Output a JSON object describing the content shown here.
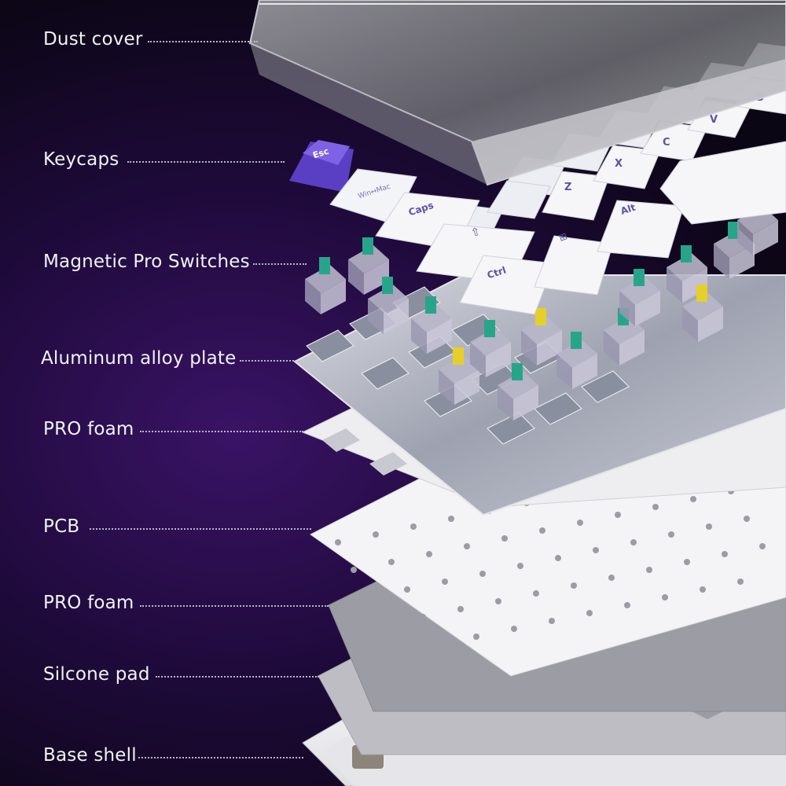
{
  "labels": [
    {
      "id": "dust-cover",
      "text": "Dust cover"
    },
    {
      "id": "keycaps",
      "text": "Keycaps"
    },
    {
      "id": "magnetic-pro-switches",
      "text": "Magnetic Pro Switches"
    },
    {
      "id": "aluminum-alloy-plate",
      "text": "Aluminum alloy plate"
    },
    {
      "id": "pro-foam-top",
      "text": "PRO foam"
    },
    {
      "id": "pcb",
      "text": "PCB"
    },
    {
      "id": "pro-foam-bottom",
      "text": "PRO foam"
    },
    {
      "id": "silicone-pad",
      "text": "Silcone pad"
    },
    {
      "id": "base-shell",
      "text": "Base shell"
    }
  ],
  "keys": {
    "esc": "Esc",
    "caps": "Caps",
    "ctrl": "Ctrl",
    "alt": "Alt",
    "z": "Z",
    "x": "X",
    "c": "C",
    "v": "V",
    "b": "B",
    "winmac": "Win↔Mac"
  },
  "colors": {
    "accent_purple": "#6a4fd6",
    "switch_teal": "#27a58a",
    "switch_yellow": "#e6cf2a",
    "background": "#1e0a3a"
  }
}
